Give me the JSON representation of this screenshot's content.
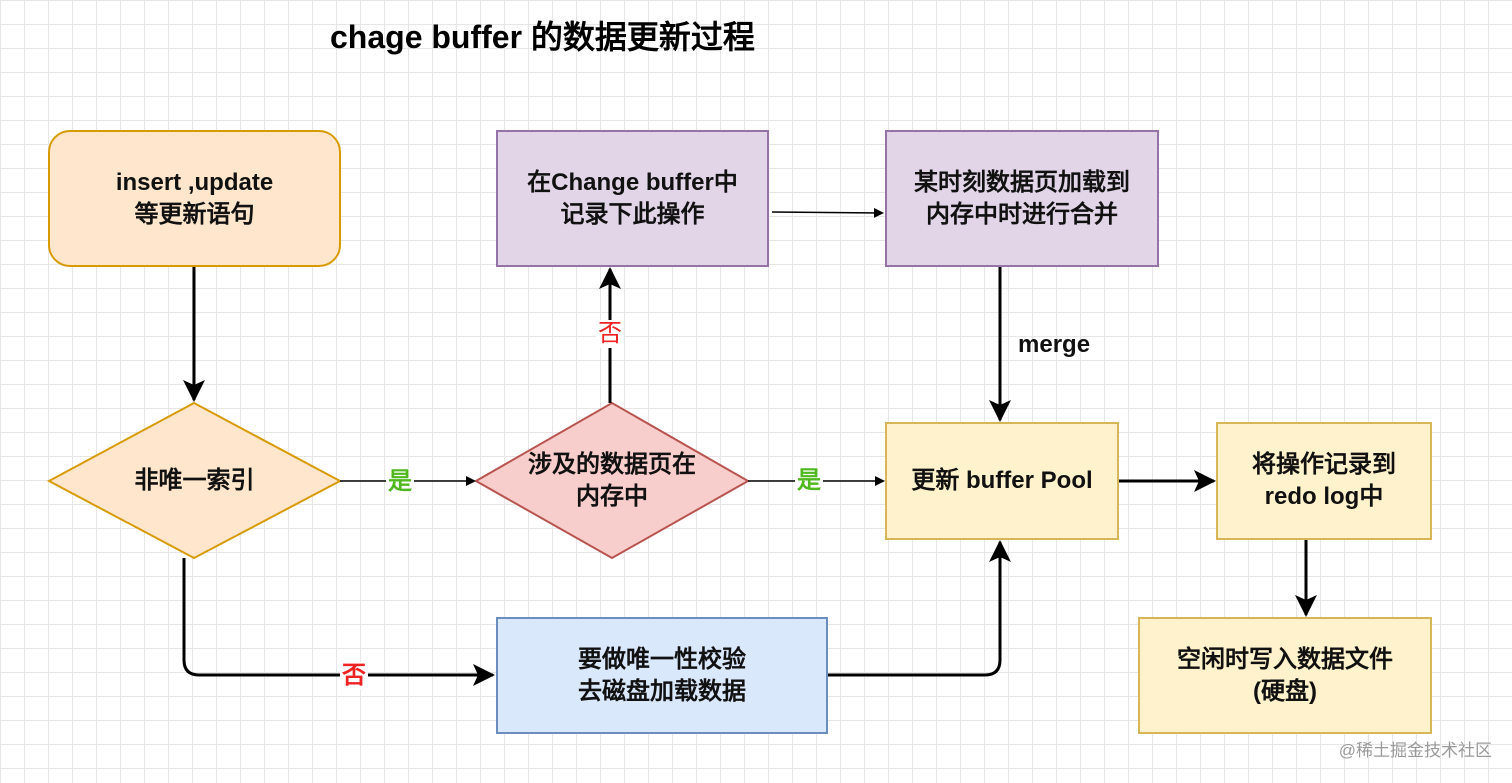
{
  "title": "chage buffer 的数据更新过程",
  "nodes": {
    "start": "insert ,update\n等更新语句",
    "non_unique_index": "非唯一索引",
    "page_in_memory": "涉及的数据页在\n内存中",
    "record_in_change_buffer": "在Change buffer中\n记录下此操作",
    "load_and_merge": "某时刻数据页加载到\n内存中时进行合并",
    "update_buffer_pool": "更新 buffer Pool",
    "write_redo_log": "将操作记录到\nredo log中",
    "unique_check_load_disk": "要做唯一性校验\n去磁盘加载数据",
    "flush_to_disk": "空闲时写入数据文件\n(硬盘)"
  },
  "edge_labels": {
    "yes_1": "是",
    "yes_2": "是",
    "no_up": "否",
    "no_bottom": "否",
    "merge": "merge"
  },
  "colors": {
    "orange_fill": "#ffe6cc",
    "orange_border": "#d79b00",
    "purple_fill": "#e1d5e7",
    "purple_border": "#9673a6",
    "red_fill": "#f8cecc",
    "red_border": "#b85450",
    "yellow_fill": "#fff2cc",
    "yellow_border": "#d6b656",
    "blue_fill": "#dae8fc",
    "blue_border": "#6c8ebf",
    "yes_color": "#4fb81e",
    "no_color": "#ee2222"
  },
  "watermark": "@稀土掘金技术社区"
}
